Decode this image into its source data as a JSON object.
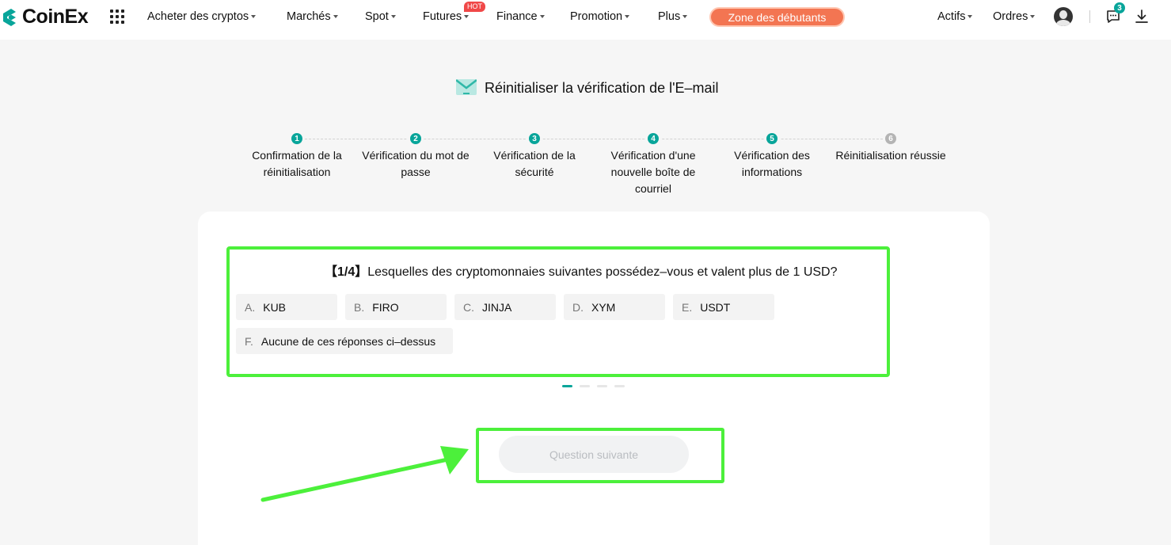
{
  "header": {
    "logo_text": "CoinEx",
    "nav": [
      {
        "label": "Acheter des cryptos"
      },
      {
        "label": "Marchés"
      },
      {
        "label": "Spot"
      },
      {
        "label": "Futures"
      },
      {
        "label": "Finance"
      },
      {
        "label": "Promotion"
      },
      {
        "label": "Plus"
      }
    ],
    "hot_badge": "HOT",
    "zone_button": "Zone des débutants",
    "right_nav": [
      {
        "label": "Actifs"
      },
      {
        "label": "Ordres"
      }
    ],
    "message_count": "3"
  },
  "page": {
    "title": "Réinitialiser la vérification de l'E–mail"
  },
  "steps": [
    {
      "num": "1",
      "label": "Confirmation de la réinitialisation",
      "active": true
    },
    {
      "num": "2",
      "label": "Vérification du mot de passe",
      "active": true
    },
    {
      "num": "3",
      "label": "Vérification de la sécurité",
      "active": true
    },
    {
      "num": "4",
      "label": "Vérification d'une nouvelle boîte de courriel",
      "active": true
    },
    {
      "num": "5",
      "label": "Vérification des informations",
      "active": true
    },
    {
      "num": "6",
      "label": "Réinitialisation réussie",
      "active": false
    }
  ],
  "question": {
    "number": "【1/4】",
    "text": "Lesquelles des cryptomonnaies suivantes possédez–vous et valent plus de 1 USD?",
    "options": [
      {
        "letter": "A.",
        "value": "KUB"
      },
      {
        "letter": "B.",
        "value": "FIRO"
      },
      {
        "letter": "C.",
        "value": "JINJA"
      },
      {
        "letter": "D.",
        "value": "XYM"
      },
      {
        "letter": "E.",
        "value": "USDT"
      },
      {
        "letter": "F.",
        "value": "Aucune de ces réponses ci–dessus"
      }
    ],
    "current_page": 1,
    "total_pages": 4
  },
  "next_button": "Question suivante",
  "colors": {
    "brand": "#08a59a",
    "zone_button": "#f37552",
    "annotation": "#4cf03b"
  }
}
